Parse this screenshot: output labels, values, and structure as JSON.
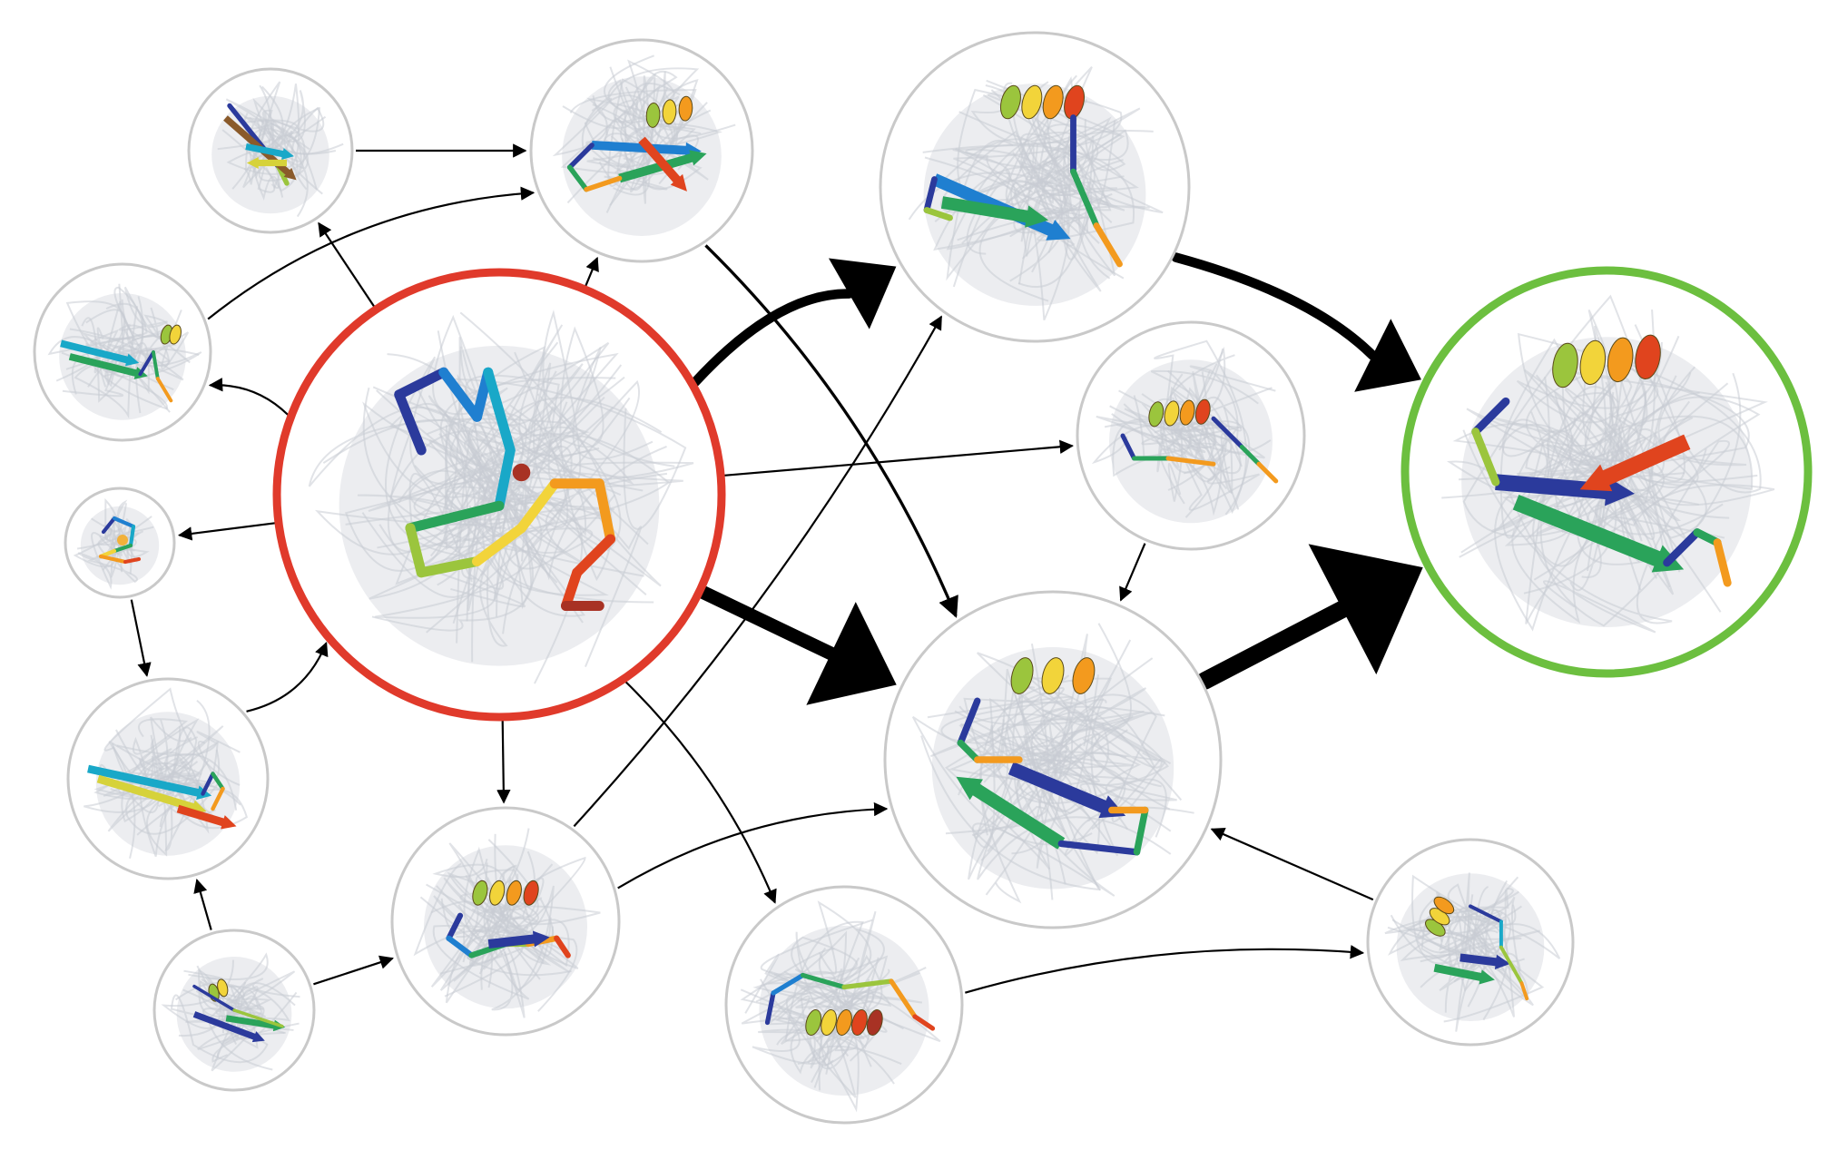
{
  "colors": {
    "background": "#ffffff",
    "node_border": "#c9c9c9",
    "unfolded_border": "#e03a2b",
    "native_border": "#6cbf3f",
    "cloud": "#dcdee3",
    "cloud_stroke": "#c8ccd4",
    "arrow": "#000000"
  },
  "legend": [],
  "nodes": [
    {
      "id": "n1",
      "kind": "intermediate",
      "structure": "hairpin-diagonal"
    },
    {
      "id": "n2",
      "kind": "intermediate",
      "structure": "sheet-with-turn"
    },
    {
      "id": "n3",
      "kind": "intermediate",
      "structure": "helix-over-hairpin"
    },
    {
      "id": "n4",
      "kind": "intermediate",
      "structure": "hairpin-horizontal"
    },
    {
      "id": "n5",
      "kind": "unfolded",
      "structure": "random-coil"
    },
    {
      "id": "n6",
      "kind": "intermediate",
      "structure": "helix-short"
    },
    {
      "id": "n7",
      "kind": "native",
      "structure": "helix-hairpin-native"
    },
    {
      "id": "n8",
      "kind": "intermediate",
      "structure": "compact-coil"
    },
    {
      "id": "n9",
      "kind": "intermediate",
      "structure": "long-hairpin"
    },
    {
      "id": "n10",
      "kind": "intermediate",
      "structure": "helix-loop"
    },
    {
      "id": "n11",
      "kind": "intermediate",
      "structure": "helix-strand-nearnative"
    },
    {
      "id": "n12",
      "kind": "intermediate",
      "structure": "small-strands"
    },
    {
      "id": "n13",
      "kind": "intermediate",
      "structure": "helix-long-loop"
    },
    {
      "id": "n14",
      "kind": "intermediate",
      "structure": "helix-small"
    }
  ],
  "edges": [
    {
      "from": "n1",
      "to": "n2",
      "flux": 1
    },
    {
      "from": "n4",
      "to": "n2",
      "flux": 1
    },
    {
      "from": "n5",
      "to": "n1",
      "flux": 1
    },
    {
      "from": "n5",
      "to": "n2",
      "flux": 1
    },
    {
      "from": "n5",
      "to": "n4",
      "flux": 1
    },
    {
      "from": "n5",
      "to": "n8",
      "flux": 1
    },
    {
      "from": "n5",
      "to": "n3",
      "flux": 3
    },
    {
      "from": "n5",
      "to": "n6",
      "flux": 1
    },
    {
      "from": "n5",
      "to": "n11",
      "flux": 5
    },
    {
      "from": "n5",
      "to": "n10",
      "flux": 1
    },
    {
      "from": "n5",
      "to": "n13",
      "flux": 1
    },
    {
      "from": "n2",
      "to": "n11",
      "flux": 1.5
    },
    {
      "from": "n3",
      "to": "n7",
      "flux": 3
    },
    {
      "from": "n6",
      "to": "n11",
      "flux": 1
    },
    {
      "from": "n11",
      "to": "n7",
      "flux": 7
    },
    {
      "from": "n8",
      "to": "n9",
      "flux": 1
    },
    {
      "from": "n9",
      "to": "n5",
      "flux": 1
    },
    {
      "from": "n12",
      "to": "n9",
      "flux": 1
    },
    {
      "from": "n12",
      "to": "n10",
      "flux": 1
    },
    {
      "from": "n10",
      "to": "n3",
      "flux": 1
    },
    {
      "from": "n10",
      "to": "n11",
      "flux": 1
    },
    {
      "from": "n13",
      "to": "n14",
      "flux": 1
    },
    {
      "from": "n14",
      "to": "n11",
      "flux": 1
    }
  ]
}
